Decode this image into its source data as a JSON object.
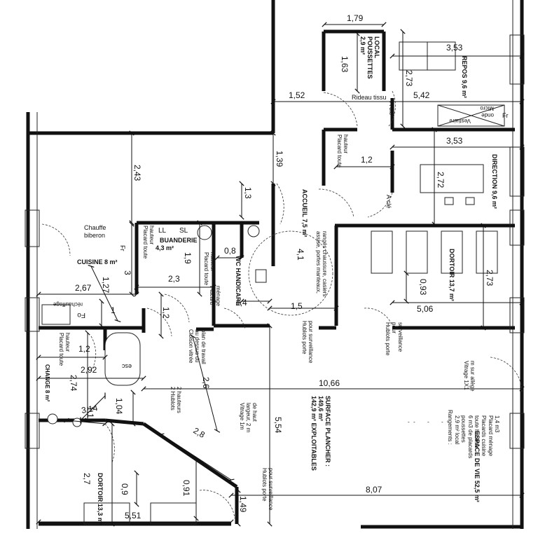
{
  "rooms": {
    "local_poussettes": [
      "LOCAL",
      "POUSSETTES",
      "2,9 m²"
    ],
    "repos": "REPOS 9,6 m²",
    "direction": "DIRECTION 9,6 m²",
    "accueil": "ACCUEIL 7,5 m²",
    "dortoir_1": "DORTOIR 13,7 m²",
    "cuisine": "CUISINE 8 m²",
    "buanderie": "BUANDERIE",
    "buanderie_area": "4,3 m²",
    "wc_handicape": "WC HANDICAPE",
    "change": "CHANGE 8 m²",
    "dortoir_2": "DORTOIR 13,3 m²",
    "espace_de_vie": "ESPACE DE VIE 52,5 m²",
    "surface": [
      "SURFACE PLANCHER :",
      "149,6 m²",
      "142,9 m² EXPLOITABLES"
    ]
  },
  "labels": {
    "rideau_tissu": "Rideau tissu",
    "a_cle": "A clé",
    "a_cle_2": "A clé",
    "micro_onde": [
      "Micro",
      "onde"
    ],
    "vestiaire": "Vestiaire",
    "fr": "Fr",
    "fr_2": "Fr",
    "fo": "Fo",
    "placard_toute_hauteur": [
      "Placard toute",
      "hauteur"
    ],
    "chauffe_biberon": [
      "Chauffe",
      "biberon"
    ],
    "placard_toute_hauteur_buand": [
      "Placard toute",
      "hauteur"
    ],
    "ll": "LL",
    "sl": "SL",
    "placard_toute_hauteur_2": [
      "Placard toute",
      "hauteur"
    ],
    "placard_menage": [
      "Placard",
      "ménage"
    ],
    "rechauffage": "réchauffage",
    "assise": [
      "assise, portes manteaux,",
      "rangés chaussure, casiers"
    ],
    "hublots_1": [
      "Hublots porte",
      "pour surveillance"
    ],
    "hublots_2": [
      "Hublots porte",
      "pour",
      "surveillance"
    ],
    "hublots_3": [
      "Hublots porte",
      "pour surveillance"
    ],
    "cloison": [
      "Cloison vitrée",
      "au dessus du",
      "plan de travail"
    ],
    "hublots_2h": [
      "2 Hublots",
      "2 hauteurs"
    ],
    "placard_change": [
      "Placard toute",
      "hauteur"
    ],
    "esc": "esc",
    "vitrage_1m": [
      "Vitrage 1m",
      "largeur, 2 m",
      "de haut"
    ],
    "vitrage_1x1": [
      "Vitrage 1X1",
      "m sur allège"
    ],
    "rangements": [
      "Rangements :",
      "2,9 m² local",
      "poussettes",
      "6 m3 de placards",
      "toute hauteur",
      "Placards cuisine",
      "Placard ménage",
      "1,4 m3"
    ],
    "dash1": "-",
    "dash2": "-",
    "dash3": "-",
    "dash4": "-"
  },
  "dimensions": {
    "d_1_79": "1,79",
    "d_1_63": "1,63",
    "d_3_53_top": "3,53",
    "d_2_73_repos": "2,73",
    "d_5_42": "5,42",
    "d_1_52": "1,52",
    "d_3_53_dir": "3,53",
    "d_2_72": "2,72",
    "d_1_2_acc": "1,2",
    "d_1_39": "1,39",
    "d_2_43": "2,43",
    "d_4_1": "4,1",
    "d_1_3": "1,3",
    "d_0_8": "0,8",
    "d_1_9": "1,9",
    "d_2_3": "2,3",
    "d_3": "3",
    "d_2_67": "2,67",
    "d_1_27": "1,27",
    "d_1": "1",
    "d_1_4": "1,4",
    "d_1_5": "1,5",
    "d_1_2_buand": "1,2",
    "d_0_93": "0,93",
    "d_5_06": "5,06",
    "d_2_73_dortoir": "2,73",
    "d_1_2_change": "1,2",
    "d_2_92": "2,92",
    "d_2_74": "2,74",
    "d_2_6": "2,6",
    "d_10_66": "10,66",
    "d_1_1": "1,1",
    "d_3_14": "3,14",
    "d_1_04": "1,04",
    "d_2_8": "2,8",
    "d_5_54": "5,54",
    "d_2_7": "2,7",
    "d_0_9": "0,9",
    "d_0_91": "0,91",
    "d_1_49": "1,49",
    "d_8_07": "8,07",
    "d_5_51": "5,51"
  }
}
